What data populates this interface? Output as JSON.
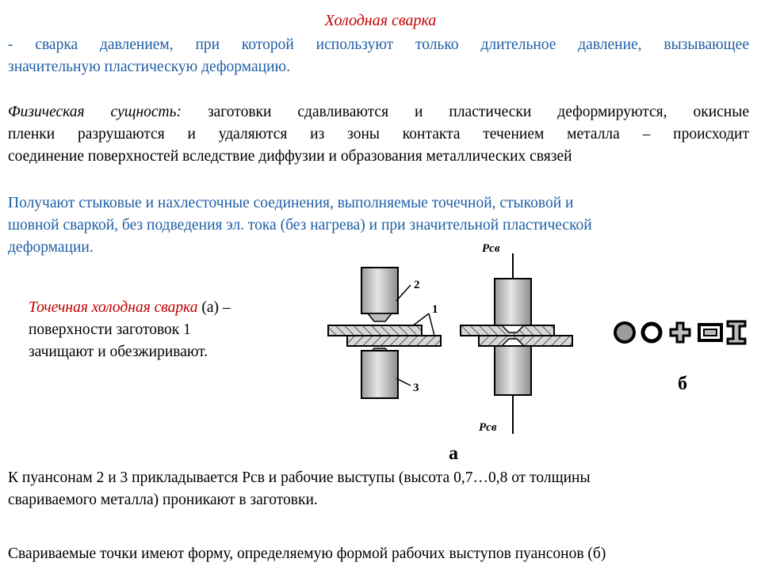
{
  "title": "Холодная сварка",
  "definition": {
    "line1": "- сварка давлением, при которой используют только длительное давление, вызывающее",
    "line2": "значительную пластическую деформацию."
  },
  "physical": {
    "label": "Физическая сущность:",
    "line1": " заготовки сдавливаются и пластически деформируются, окисные",
    "line2": "пленки разрушаются и удаляются из зоны контакта течением металла – происходит",
    "line3": "соединение поверхностей вследствие диффузии и образования металлических связей"
  },
  "joints": {
    "line1": "Получают стыковые и нахлесточные соединения, выполняемые точечной, стыковой и",
    "line2": "шовной сваркой, без подведения эл. тока (без нагрева) и при значительной пластической",
    "line3": "деформации."
  },
  "spot": {
    "name": "Точечная холодная сварка",
    "ref": " (а) –",
    "line2": "поверхности заготовок 1",
    "line3": "зачищают и обезжиривают."
  },
  "figure": {
    "force_top": "Рсв",
    "force_bottom": "Рсв",
    "label_2": "2",
    "label_1": "1",
    "label_3": "3",
    "caption_a": "а",
    "caption_b": "б"
  },
  "punches": {
    "line1": "К пуансонам 2 и 3 прикладывается Рсв и рабочие выступы (высота 0,7…0,8 от толщины",
    "line2": "свариваемого металла) проникают в заготовки."
  },
  "shape_note": "Свариваемые точки имеют форму, определяемую формой рабочих выступов пуансонов (б)",
  "colors": {
    "text_blue": "#1f5fa6",
    "title_red": "#c00000",
    "metal_gray": "#a0a0a0"
  }
}
